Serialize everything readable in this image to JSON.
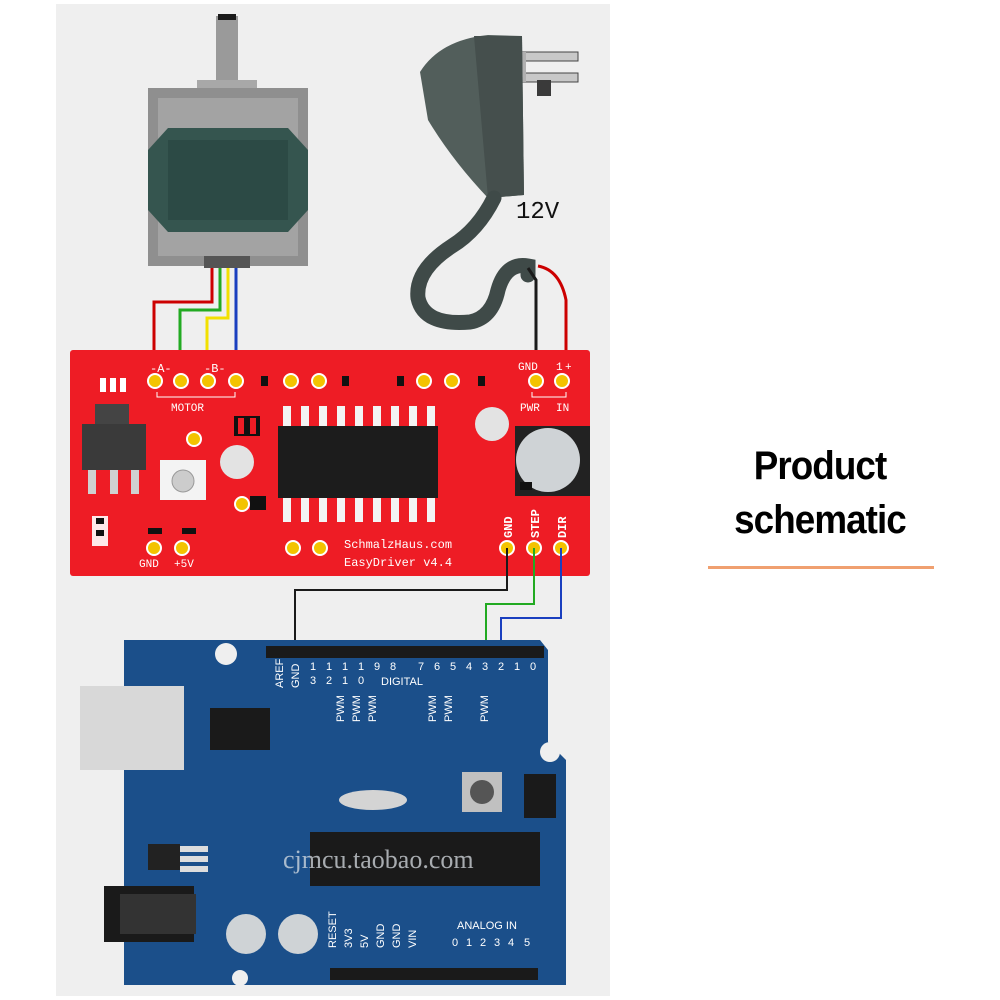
{
  "title": {
    "line1": "Product",
    "line2": "schematic"
  },
  "colors": {
    "panel": "#efefef",
    "easydriver": "#ee1c25",
    "arduino": "#1b4f8a",
    "wire_red": "#cc0000",
    "wire_green": "#22aa22",
    "wire_yellow": "#f2e000",
    "wire_blue": "#1a3fbf",
    "wire_black": "#1a1a1a",
    "accent_rule": "#f0a070"
  },
  "power": {
    "voltage": "12V"
  },
  "easydriver": {
    "motor_a": "-A-",
    "motor_b": "-B-",
    "motor_label": "MOTOR",
    "gnd_in": "GND",
    "plus_in": "+",
    "pwr": "PWR",
    "in": "IN",
    "gnd_bottom": "GND",
    "v5": "+5V",
    "brand": "SchmalzHaus.com",
    "model": "EasyDriver v4.4",
    "pin_gnd": "GND",
    "pin_step": "STEP",
    "pin_dir": "DIR"
  },
  "arduino": {
    "aref": "AREF",
    "gnd": "GND",
    "pins_top": [
      "1",
      "1",
      "1",
      "1",
      "9",
      "8",
      "7",
      "6",
      "5",
      "4",
      "3",
      "2",
      "1",
      "0"
    ],
    "pins_bottom": [
      "3",
      "2",
      "1",
      "0"
    ],
    "digital": "DIGITAL",
    "pwm": "PWM",
    "watermark": "cjmcu.taobao.com",
    "power_pins": [
      "RESET",
      "3V3",
      "5V",
      "GND",
      "GND",
      "VIN"
    ],
    "analog_in": "ANALOG IN",
    "analog_pins": [
      "0",
      "1",
      "2",
      "3",
      "4",
      "5"
    ]
  }
}
